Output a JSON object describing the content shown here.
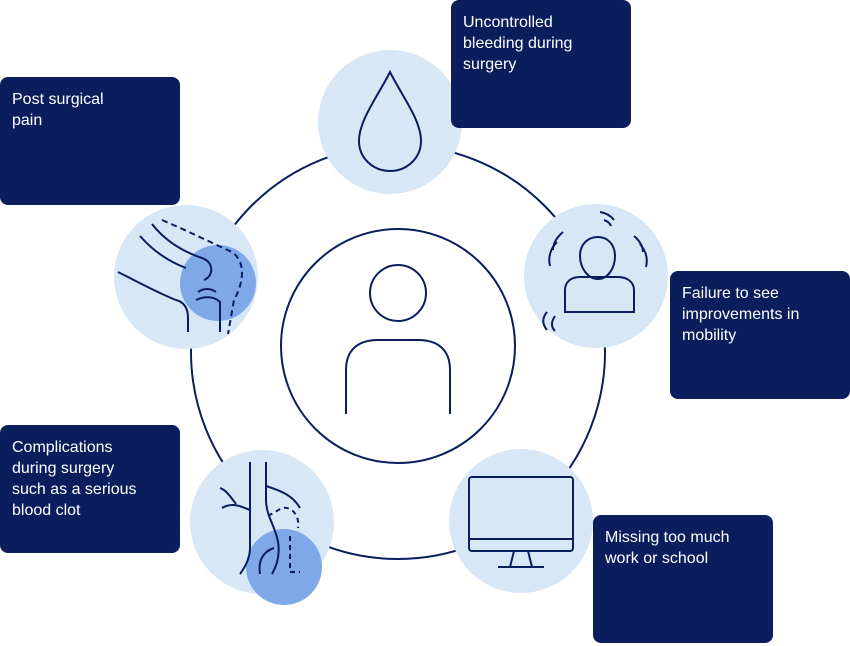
{
  "colors": {
    "navy": "#0a1e5e",
    "light_circle": "#d7e7f6",
    "highlight": "#7fa8e8",
    "stroke": "#0a1e5e"
  },
  "center": {
    "icon": "person-icon"
  },
  "risks": [
    {
      "id": "bleeding",
      "label": "Uncontrolled\nbleeding during\nsurgery",
      "icon": "blood-drop-icon"
    },
    {
      "id": "mobility",
      "label": "Failure to see\nimprovements in\nmobility",
      "icon": "shaking-person-icon"
    },
    {
      "id": "work",
      "label": "Missing too much\nwork or school",
      "icon": "computer-monitor-icon"
    },
    {
      "id": "clot",
      "label": "Complications\nduring surgery\nsuch as a serious\nblood clot",
      "icon": "blood-vessel-icon"
    },
    {
      "id": "pain",
      "label": "Post surgical\npain",
      "icon": "knee-joint-icon"
    }
  ]
}
